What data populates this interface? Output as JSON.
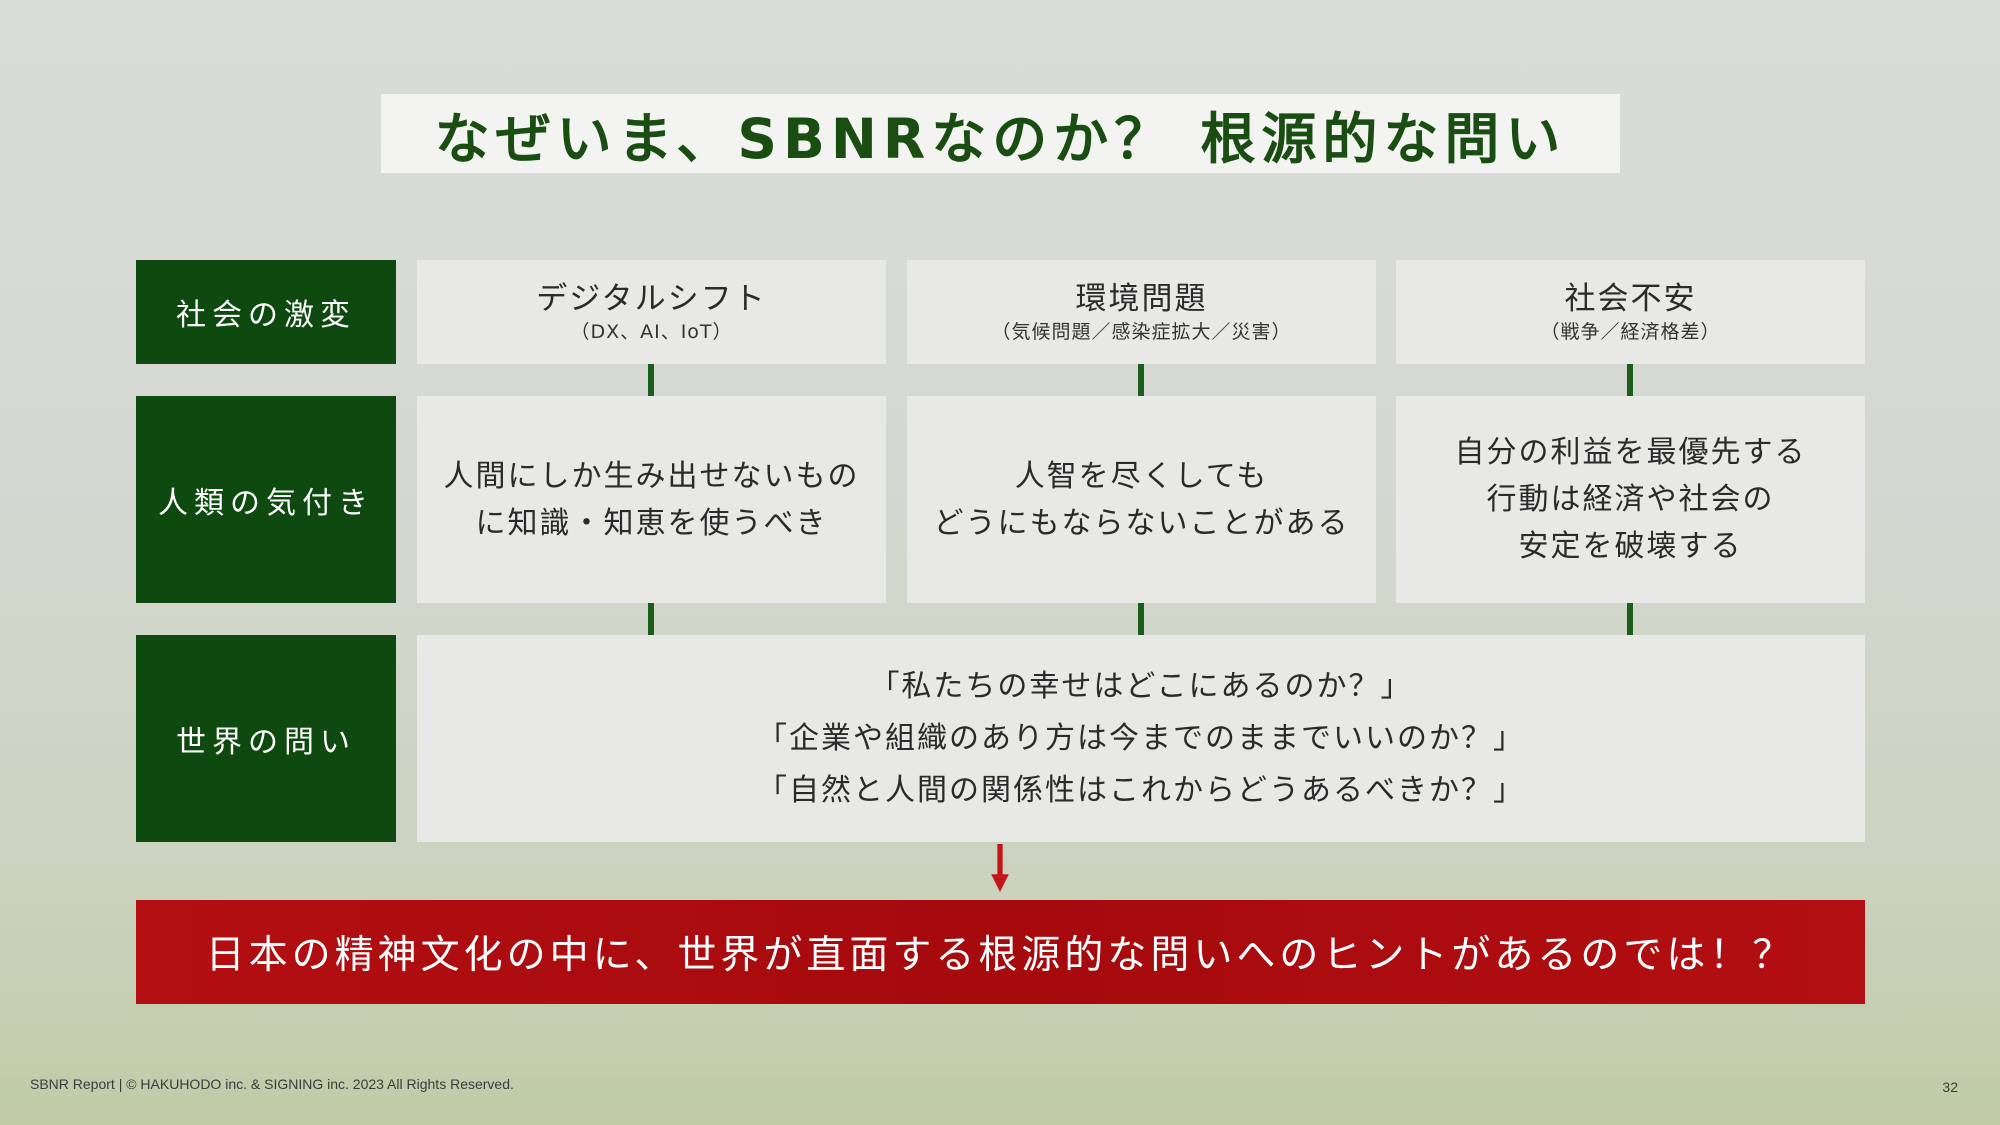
{
  "title": "なぜいま、SBNRなのか？ 根源的な問い",
  "rows": {
    "upheaval": "社会の激変",
    "awareness": "人類の気付き",
    "questions": "世界の問い"
  },
  "columns": [
    {
      "title": "デジタルシフト",
      "subtitle": "（DX、AI、IoT）",
      "insight": [
        "人間にしか生み出せないもの",
        "に知識・知恵を使うべき"
      ]
    },
    {
      "title": "環境問題",
      "subtitle": "（気候問題／感染症拡大／災害）",
      "insight": [
        "人智を尽くしても",
        "どうにもならないことがある"
      ]
    },
    {
      "title": "社会不安",
      "subtitle": "（戦争／経済格差）",
      "insight": [
        "自分の利益を最優先する",
        "行動は経済や社会の",
        "安定を破壊する"
      ]
    }
  ],
  "questions": [
    "「私たちの幸せはどこにあるのか？」",
    "「企業や組織のあり方は今までのままでいいのか？」",
    "「自然と人間の関係性はこれからどうあるべきか？」"
  ],
  "conclusion": "日本の精神文化の中に、世界が直面する根源的な問いへのヒントがあるのでは！？",
  "footer": {
    "copyright": "SBNR Report | © HAKUHODO inc. & SIGNING inc. 2023 All Rights Reserved.",
    "page_number": "32"
  },
  "colors": {
    "label_green": "#0e4a10",
    "arrow_green": "#1b5e1a",
    "conclusion_red": "#b30f12",
    "title_green": "#1a4d12"
  }
}
